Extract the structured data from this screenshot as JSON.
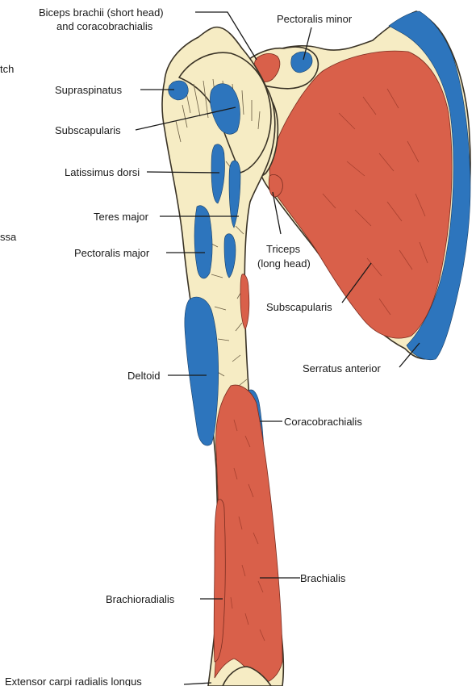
{
  "labels": {
    "biceps_line1": "Biceps brachii (short head)",
    "biceps_line2": "and coracobrachialis",
    "pectoralis_minor": "Pectoralis minor",
    "supraspinatus": "Supraspinatus",
    "subscapularis_humerus": "Subscapularis",
    "latissimus_dorsi": "Latissimus dorsi",
    "teres_major": "Teres major",
    "pectoralis_major": "Pectoralis major",
    "triceps_line1": "Triceps",
    "triceps_line2": "(long head)",
    "subscapularis_scapula": "Subscapularis",
    "deltoid": "Deltoid",
    "serratus_anterior": "Serratus anterior",
    "coracobrachialis": "Coracobrachialis",
    "brachialis": "Brachialis",
    "brachioradialis": "Brachioradialis",
    "extensor_carpi": "Extensor carpi radialis longus",
    "edge_notch": "tch",
    "edge_fossa": "ssa"
  },
  "colors": {
    "bone": "#f6ecc4",
    "origin_red": "#d9604a",
    "insertion_blue": "#2d75bd",
    "text": "#1a1a1a"
  }
}
